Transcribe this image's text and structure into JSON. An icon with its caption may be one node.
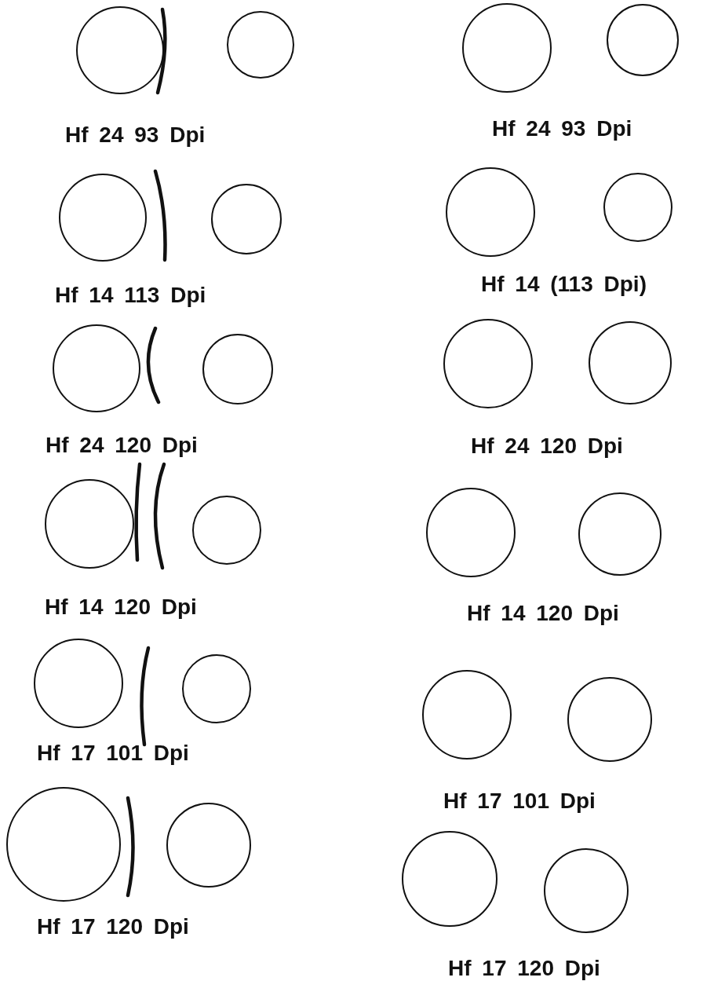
{
  "diagram": {
    "labels": [
      "Hf 24 93 Dpi",
      "Hf 24 93 Dpi",
      "Hf 14 113 Dpi",
      "Hf 14 (113 Dpi)",
      "Hf 24 120 Dpi",
      "Hf 24 120 Dpi",
      "Hf 14 120 Dpi",
      "Hf 14 120 Dpi",
      "Hf 17 101 Dpi",
      "Hf 17 101 Dpi",
      "Hf 17 120 Dpi",
      "Hf 17 120 Dpi"
    ]
  }
}
